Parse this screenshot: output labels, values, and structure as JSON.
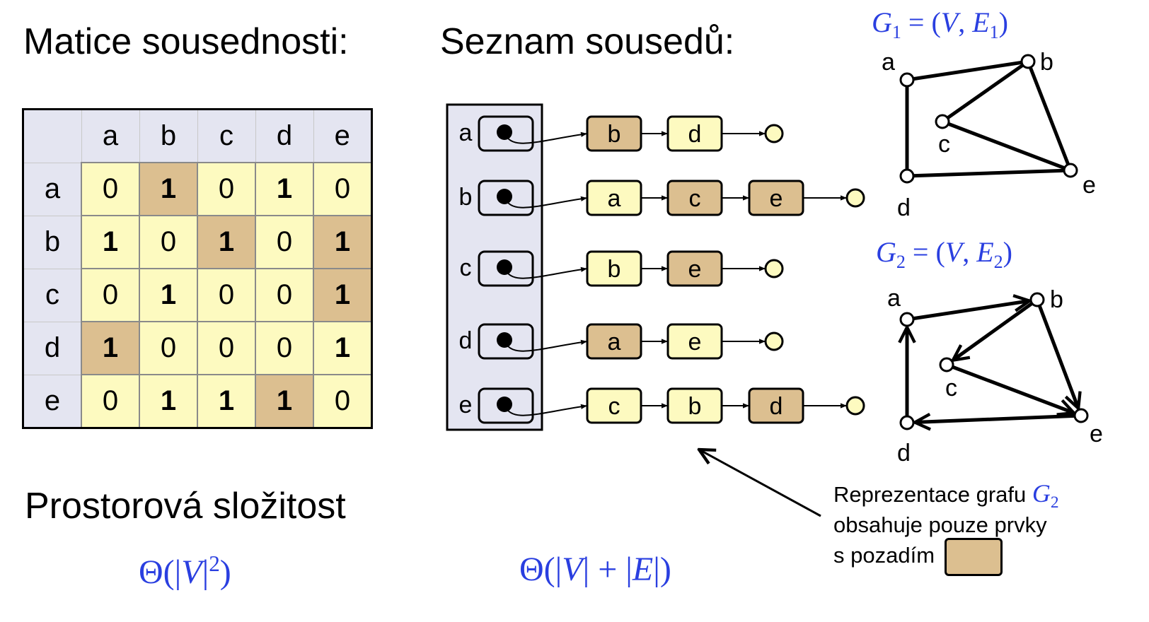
{
  "headings": {
    "matrix": "Matice sousednosti:",
    "list": "Seznam sousedů:",
    "complexity": "Prostorová složitost"
  },
  "complexities": {
    "matrix": {
      "pre": "Θ(|",
      "var": "V",
      "post": "|",
      "sup": "2",
      "end": ")"
    },
    "list": {
      "pre": "Θ(|",
      "v": "V",
      "mid": "| + |",
      "e": "E",
      "end": "|)"
    }
  },
  "graphs": {
    "g1": {
      "g": "G",
      "sub": "1",
      "eq": " = (",
      "v": "V",
      "comma": ", ",
      "e": "E",
      "esub": "1",
      "end": ")"
    },
    "g2": {
      "g": "G",
      "sub": "2",
      "eq": " = (",
      "v": "V",
      "comma": ", ",
      "e": "E",
      "esub": "2",
      "end": ")"
    }
  },
  "vertices": [
    "a",
    "b",
    "c",
    "d",
    "e"
  ],
  "matrix": [
    {
      "row": "a",
      "vals": [
        "0",
        "1",
        "0",
        "1",
        "0"
      ],
      "shaded": [
        false,
        true,
        false,
        false,
        false
      ]
    },
    {
      "row": "b",
      "vals": [
        "1",
        "0",
        "1",
        "0",
        "1"
      ],
      "shaded": [
        false,
        false,
        true,
        false,
        true
      ]
    },
    {
      "row": "c",
      "vals": [
        "0",
        "1",
        "0",
        "0",
        "1"
      ],
      "shaded": [
        false,
        false,
        false,
        false,
        true
      ]
    },
    {
      "row": "d",
      "vals": [
        "1",
        "0",
        "0",
        "0",
        "1"
      ],
      "shaded": [
        true,
        false,
        false,
        false,
        false
      ]
    },
    {
      "row": "e",
      "vals": [
        "0",
        "1",
        "1",
        "1",
        "0"
      ],
      "shaded": [
        false,
        false,
        false,
        true,
        false
      ]
    }
  ],
  "adjacency_list": [
    {
      "head": "a",
      "nodes": [
        {
          "label": "b",
          "shaded": true
        },
        {
          "label": "d",
          "shaded": false
        }
      ]
    },
    {
      "head": "b",
      "nodes": [
        {
          "label": "a",
          "shaded": false
        },
        {
          "label": "c",
          "shaded": true
        },
        {
          "label": "e",
          "shaded": true
        }
      ]
    },
    {
      "head": "c",
      "nodes": [
        {
          "label": "b",
          "shaded": false
        },
        {
          "label": "e",
          "shaded": true
        }
      ]
    },
    {
      "head": "d",
      "nodes": [
        {
          "label": "a",
          "shaded": true
        },
        {
          "label": "e",
          "shaded": false
        }
      ]
    },
    {
      "head": "e",
      "nodes": [
        {
          "label": "c",
          "shaded": false
        },
        {
          "label": "b",
          "shaded": false
        },
        {
          "label": "d",
          "shaded": true
        }
      ]
    }
  ],
  "note": {
    "line1": "Reprezentace grafu",
    "g": "G",
    "gsub": "2",
    "line2": "obsahuje pouze prvky",
    "line3": "s pozadím"
  },
  "colors": {
    "cell": "#fdfac0",
    "shaded": "#dcbf90",
    "header": "#e4e5f1",
    "math": "#2a3fe0"
  }
}
